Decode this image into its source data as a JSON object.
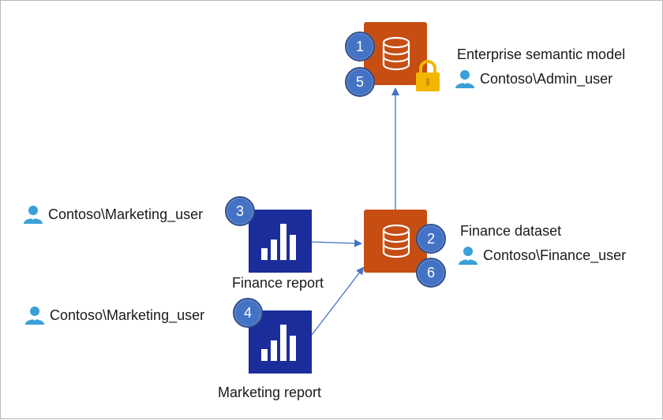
{
  "enterprise_model": {
    "title": "Enterprise semantic model",
    "user": "Contoso\\Admin_user",
    "badges": [
      "1",
      "5"
    ]
  },
  "finance_dataset": {
    "title": "Finance dataset",
    "user": "Contoso\\Finance_user",
    "badges": [
      "2",
      "6"
    ]
  },
  "finance_report": {
    "title": "Finance report",
    "user": "Contoso\\Marketing_user",
    "badge": "3"
  },
  "marketing_report": {
    "title": "Marketing report",
    "user": "Contoso\\Marketing_user",
    "badge": "4"
  },
  "colors": {
    "dataset_tile": "#c64e12",
    "report_tile": "#1b2d9a",
    "badge": "#4472c4",
    "arrow": "#4472c4",
    "lock": "#f2b600",
    "user_icon": "#3aa0d8"
  },
  "icons": [
    "database-icon",
    "bar-chart-icon",
    "lock-icon",
    "user-icon"
  ]
}
